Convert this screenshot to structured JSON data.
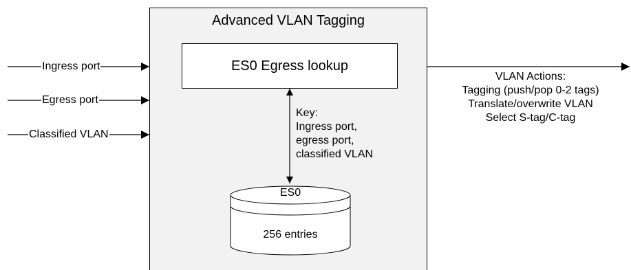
{
  "diagram": {
    "title": "Advanced VLAN Tagging",
    "lookup_label": "ES0 Egress lookup",
    "inputs": [
      "Ingress port",
      "Egress port",
      "Classified VLAN"
    ],
    "key": {
      "heading": "Key:",
      "lines": [
        "Ingress port,",
        "egress port,",
        "classified VLAN"
      ]
    },
    "table": {
      "name": "ES0",
      "entries": "256 entries"
    },
    "actions": {
      "heading": "VLAN Actions:",
      "lines": [
        "Tagging (push/pop 0-2 tags)",
        "Translate/overwrite VLAN",
        "Select S-tag/C-tag"
      ]
    }
  }
}
